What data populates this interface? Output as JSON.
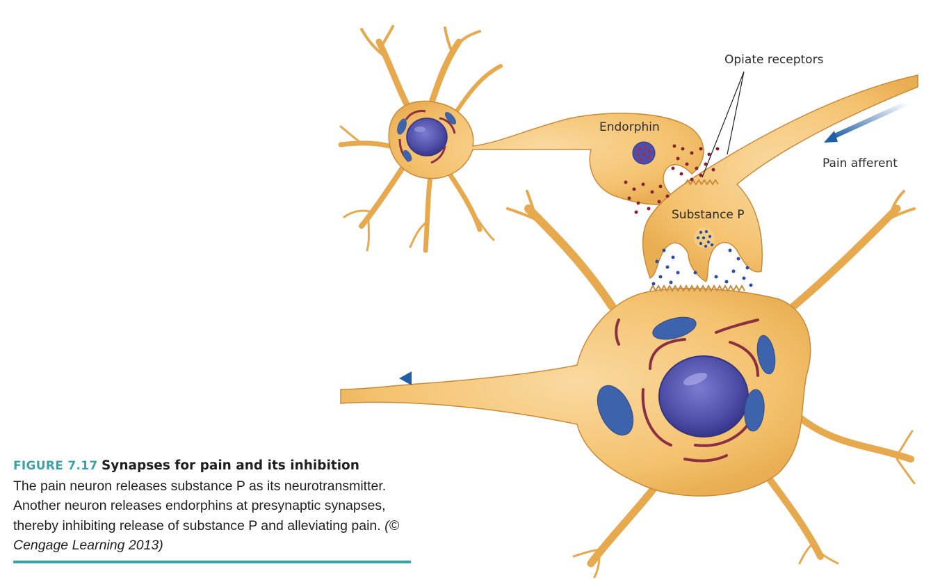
{
  "figure": {
    "labels": {
      "opiate_receptors": "Opiate receptors",
      "endorphin": "Endorphin",
      "pain_afferent": "Pain afferent",
      "substance_p": "Substance P"
    },
    "caption": {
      "number": "FIGURE 7.17",
      "title": "Synapses for pain and its inhibition",
      "body": "The pain neuron releases substance P as its neurotrans­mitter. Another neuron releases endorphins at presynaptic synapses, thereby inhibiting release of substance P and alleviating pain.",
      "credit": "(© Cengage Learning 2013)"
    },
    "colors": {
      "neuron_fill": "#f4c26f",
      "neuron_outline": "#c98a3a",
      "nucleus": "#4e4ea8",
      "mitochondria": "#3d63ac",
      "er": "#8b3040",
      "endorphin_dots": "#8b2035",
      "substance_p_dots": "#2b4fa0",
      "arrow": "#1f5fa5",
      "caption_accent": "#3aa3a9"
    }
  }
}
